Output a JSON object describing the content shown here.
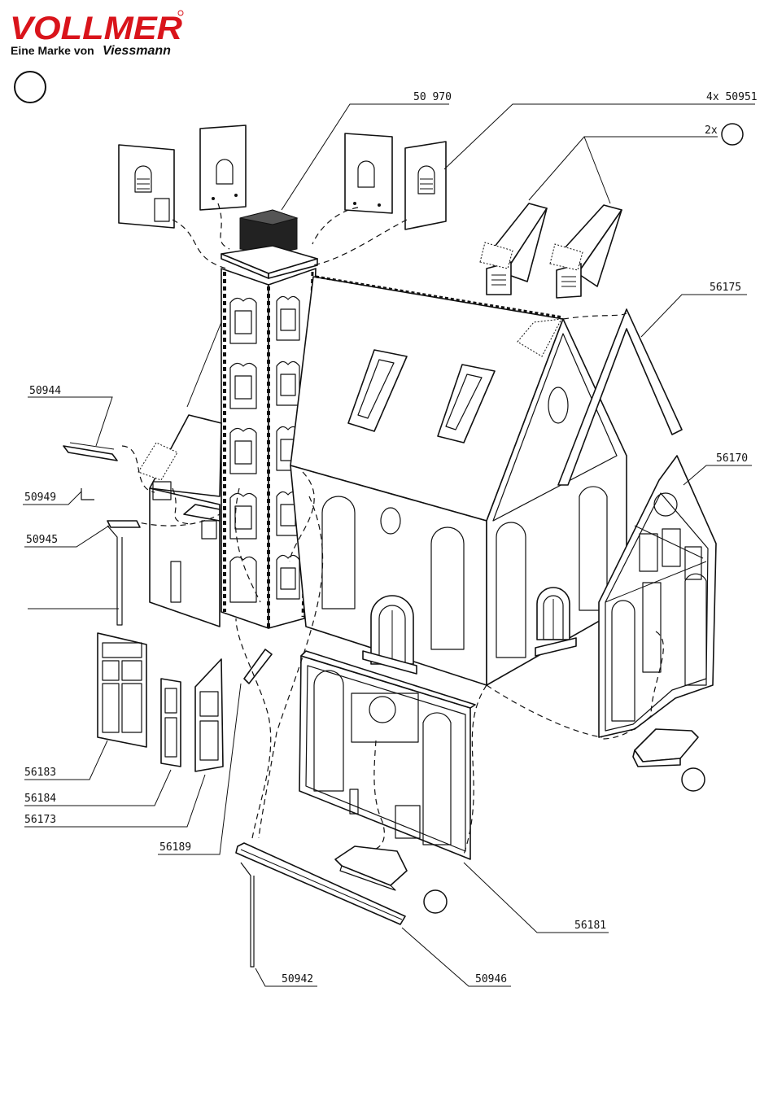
{
  "brand": {
    "name": "VOLLMER",
    "tagline_prefix": "Eine Marke von",
    "tagline_brand": "Viessmann"
  },
  "part_numbers": {
    "p50970": "50 970",
    "p50951": "4x 50951",
    "p2x": "2x",
    "p56175": "56175",
    "p56170": "56170",
    "p50944": "50944",
    "p50949": "50949",
    "p50945": "50945",
    "p56183": "56183",
    "p56184": "56184",
    "p56173": "56173",
    "p56189": "56189",
    "p56181": "56181",
    "p50942": "50942",
    "p50946": "50946"
  },
  "colors": {
    "brand_red": "#d9141b",
    "line": "#111111"
  }
}
